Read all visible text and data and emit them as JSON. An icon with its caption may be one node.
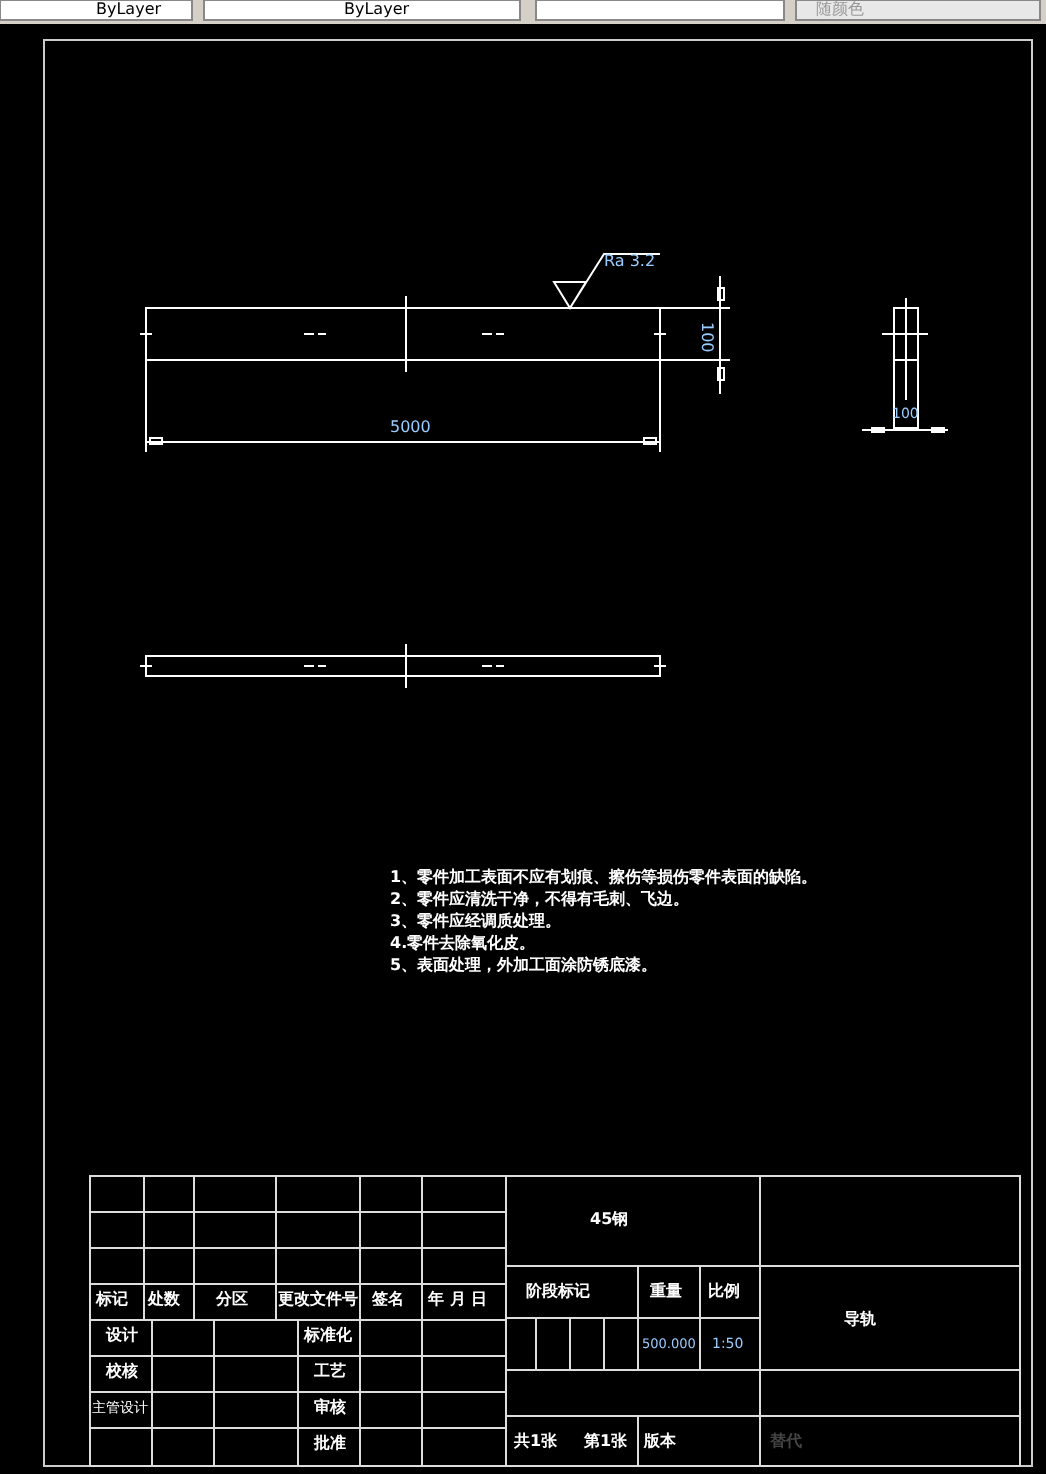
{
  "diagram": {
    "labels": [
      "ByLayer",
      "ByLayer",
      "随颜色",
      "Ra 3.2",
      "100",
      "5000",
      "100",
      "1、零件加工表面不应有划痕、擦伤等损伤零件表面的缺陷。",
      "2、零件应清洗干净，不得有毛刺、飞边。",
      "3、零件应经调质处理。",
      "4.零件去除氧化皮。",
      "5、表面处理，外加工面涂防锈底漆。",
      "45钢",
      "标记",
      "处数",
      "分区",
      "更改文件号",
      "签名",
      "年 月 日",
      "阶段标记",
      "重量",
      "比例",
      "500.000",
      "1:50",
      "导轨",
      "设计",
      "标准化",
      "校核",
      "工艺",
      "主管设计",
      "审核",
      "批准",
      "共1张",
      "第1张",
      "版本",
      "替代"
    ]
  }
}
